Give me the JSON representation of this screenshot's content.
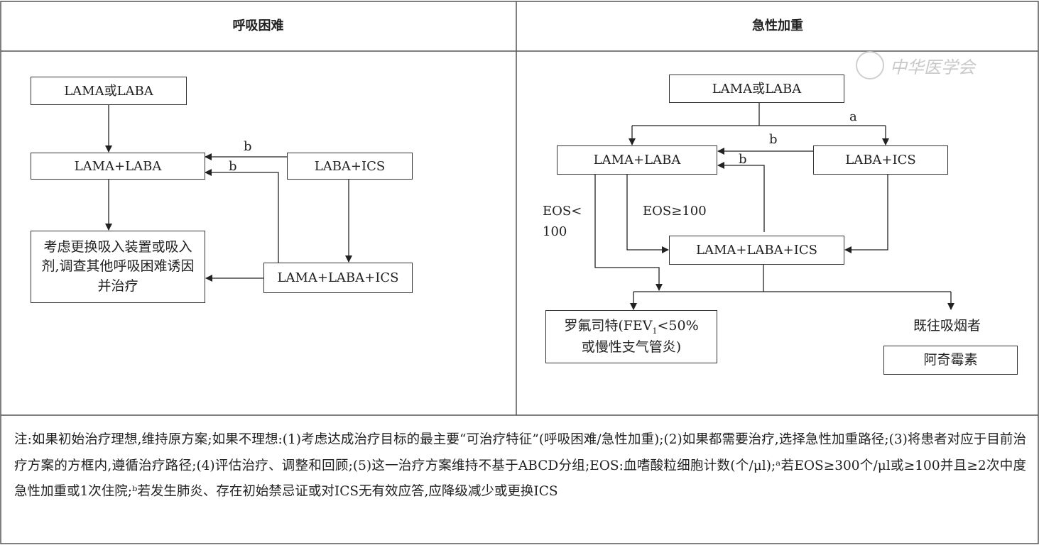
{
  "headers": {
    "left": "呼吸困难",
    "right": "急性加重"
  },
  "watermark": "中华医学会",
  "left_diagram": {
    "box_start": "LAMA或LABA",
    "box_lama_laba": "LAMA+LABA",
    "box_laba_ics": "LABA+ICS",
    "box_triple": "LAMA+LABA+ICS",
    "box_consider": "考虑更换吸入装置或吸入剂,调查其他呼吸困难诱因并治疗",
    "label_b1": "b",
    "label_b2": "b"
  },
  "right_diagram": {
    "box_start": "LAMA或LABA",
    "label_a": "a",
    "box_lama_laba": "LAMA+LABA",
    "box_laba_ics": "LABA+ICS",
    "label_b1": "b",
    "label_b2": "b",
    "label_eos_low_1": "EOS<",
    "label_eos_low_2": "100",
    "label_eos_high": "EOS≥100",
    "box_triple": "LAMA+LABA+ICS",
    "box_roflumilast_1": "罗氟司特(FEV",
    "box_roflumilast_sub": "1",
    "box_roflumilast_2": "<50%",
    "box_roflumilast_3": "或慢性支气管炎)",
    "label_former_smoker": "既往吸烟者",
    "box_azithromycin": "阿奇霉素"
  },
  "notes": "注:如果初始治疗理想,维持原方案;如果不理想:(1)考虑达成治疗目标的最主要“可治疗特征”(呼吸困难/急性加重);(2)如果都需要治疗,选择急性加重路径;(3)将患者对应于目前治疗方案的方框内,遵循治疗路径;(4)评估治疗、调整和回顾;(5)这一治疗方案维持不基于ABCD分组;EOS:血嗜酸粒细胞计数(个/μl);ᵃ若EOS≥300个/μl或≥100并且≥2次中度急性加重或1次住院;ᵇ若发生肺炎、存在初始禁忌证或对ICS无有效应答,应降级减少或更换ICS"
}
